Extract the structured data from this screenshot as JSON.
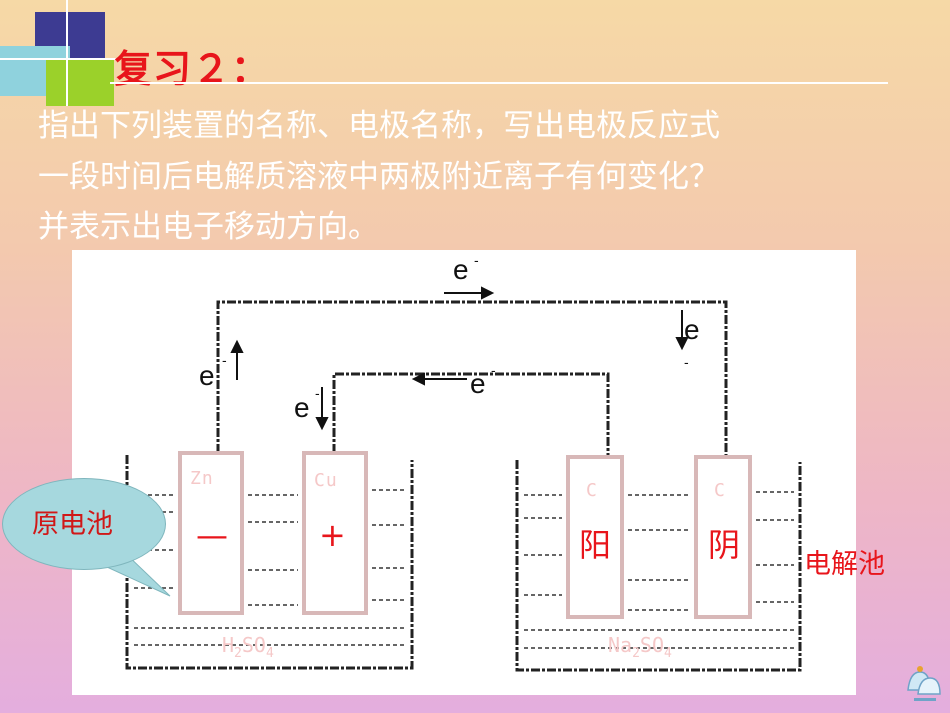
{
  "title": "复习２：",
  "question_lines": [
    "指出下列装置的名称、电极名称，写出电极反应式",
    "一段时间后电解质溶液中两极附近离子有何变化？",
    "并表示出电子移动方向。"
  ],
  "electron_symbol": "e",
  "electron_charge": "-",
  "cell1": {
    "callout": "原电池",
    "left_electrode": {
      "name": "Zn",
      "sign": "—"
    },
    "right_electrode": {
      "name": "Cu",
      "sign": "+"
    },
    "solution_main": "H",
    "solution_sub1": "2",
    "solution_mid": "SO",
    "solution_sub2": "4"
  },
  "cell2": {
    "label": "电解池",
    "left_electrode": {
      "name": "C",
      "sign": "阳"
    },
    "right_electrode": {
      "name": "C",
      "sign": "阴"
    },
    "solution_main": "Na",
    "solution_sub1": "2",
    "solution_mid": "SO",
    "solution_sub2": "4"
  },
  "colors": {
    "title": "#e8151b",
    "body_text": "#ffffff",
    "callout_bg": "#a6d8de"
  }
}
